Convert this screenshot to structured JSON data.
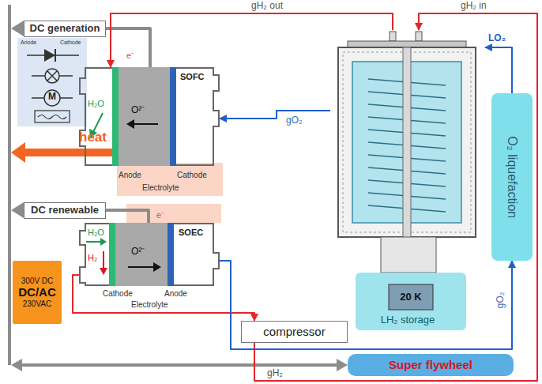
{
  "diagram": {
    "nodes": [
      {
        "text": [
          "DC generation"
        ]
      },
      {
        "text": [
          "SOFC"
        ]
      },
      {
        "text": [
          "DC renewable"
        ]
      },
      {
        "text": [
          "SOEC"
        ]
      },
      {
        "text": [
          "300V DC",
          "DC/AC",
          "230VAC"
        ]
      },
      {
        "text": [
          "20 K",
          "LH₂ storage"
        ]
      },
      {
        "text": [
          "O₂ liquefaction"
        ]
      },
      {
        "text": [
          "compressor"
        ]
      },
      {
        "text": [
          "Super flywheel"
        ]
      }
    ],
    "edges": [
      {
        "from": 1,
        "to": 0,
        "arrow": "none"
      },
      {
        "from": 2,
        "to": 3,
        "arrow": "none"
      },
      {
        "from": 5,
        "to": 1,
        "arrow": "to",
        "label": "gH₂ out"
      },
      {
        "from": 5,
        "to": 1,
        "arrow": "to",
        "label": "gO₂"
      },
      {
        "from": 3,
        "to": 7,
        "arrow": "to"
      },
      {
        "from": 7,
        "to": 5,
        "arrow": "to",
        "label": "gH₂"
      },
      {
        "from": 3,
        "to": 6,
        "arrow": "to",
        "label": "gO₂"
      },
      {
        "from": 6,
        "to": 5,
        "arrow": "to",
        "label": "LO₂"
      }
    ],
    "labels": [
      "gH₂ in",
      "heat",
      "Anode",
      "Cathode",
      "M",
      "e⁻",
      "H₂O",
      "O²⁻",
      "Anode",
      "Electrolyte",
      "Cathode",
      "e⁻",
      "H₂O",
      "H₂",
      "O²⁻",
      "Cathode",
      "Electrolyte",
      "Anode"
    ]
  }
}
